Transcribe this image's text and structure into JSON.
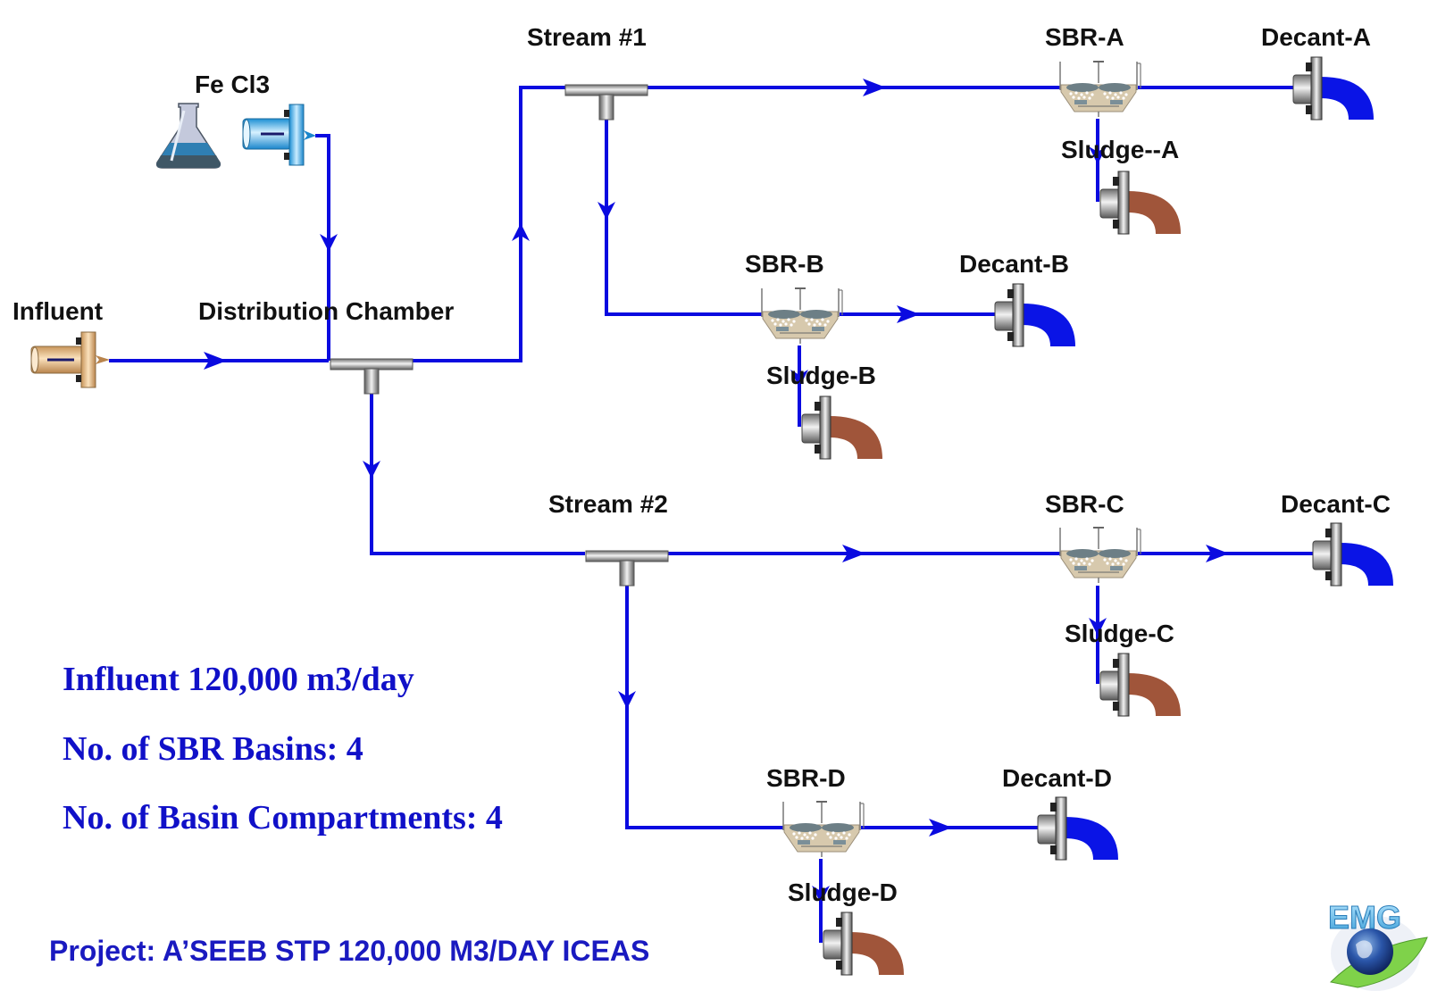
{
  "colors": {
    "pipe": "#0a0ae0",
    "label": "#111111",
    "info_text": "#1010c8",
    "decant_elbow": "#0a14e6",
    "sludge_elbow": "#a0553a",
    "influent_pipe": "#d9b07a",
    "fecl3_pipe": "#3aa8e0",
    "tank_fill": "#d7c9ad"
  },
  "nodes": {
    "influent": {
      "label": "Influent",
      "icon": "feed-pipe-icon"
    },
    "fecl3": {
      "label": "Fe Cl3",
      "icon": "flask-icon"
    },
    "distribution": {
      "label": "Distribution Chamber",
      "icon": "tee-splitter-icon"
    },
    "stream1": {
      "label": "Stream #1",
      "icon": "tee-splitter-icon"
    },
    "stream2": {
      "label": "Stream #2",
      "icon": "tee-splitter-icon"
    }
  },
  "basins": [
    {
      "id": "A",
      "label": "SBR-A",
      "decant": "Decant-A",
      "sludge": "Sludge--A"
    },
    {
      "id": "B",
      "label": "SBR-B",
      "decant": "Decant-B",
      "sludge": "Sludge-B"
    },
    {
      "id": "C",
      "label": "SBR-C",
      "decant": "Decant-C",
      "sludge": "Sludge-C"
    },
    {
      "id": "D",
      "label": "SBR-D",
      "decant": "Decant-D",
      "sludge": "Sludge-D"
    }
  ],
  "info": {
    "line1": "Influent 120,000 m3/day",
    "line2": "No. of SBR Basins: 4",
    "line3": "No. of Basin Compartments: 4"
  },
  "project": "Project: A’SEEB STP 120,000 M3/DAY ICEAS",
  "logo": {
    "text": "EMG",
    "icon": "globe-leaf-logo-icon"
  }
}
